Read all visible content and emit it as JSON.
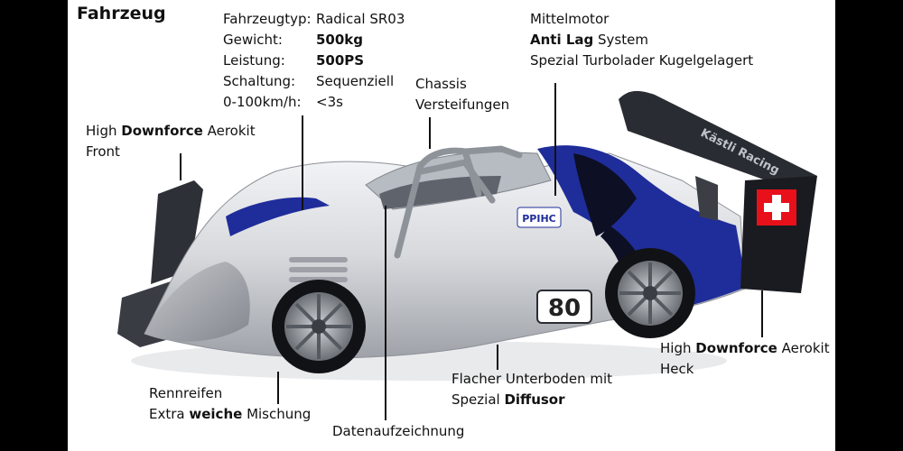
{
  "title": "Fahrzeug",
  "specs": [
    {
      "label": "Fahrzeugtyp:",
      "value": "Radical SR03",
      "bold": false
    },
    {
      "label": "Gewicht:",
      "value": "500kg",
      "bold": true
    },
    {
      "label": "Leistung:",
      "value": "500PS",
      "bold": true
    },
    {
      "label": "Schaltung:",
      "value": "Sequenziell",
      "bold": false
    },
    {
      "label": "0-100km/h:",
      "value": "<3s",
      "bold": false
    }
  ],
  "annotations": {
    "engine": {
      "line1": "Mittelmotor",
      "line2_bold": "Anti Lag",
      "line2_rest": " System",
      "line3": "Spezial Turbolader Kugelgelagert"
    },
    "chassis": {
      "line1": "Chassis",
      "line2": "Versteifungen"
    },
    "front_aero": {
      "pre": "High ",
      "bold": "Downforce",
      "post": " Aerokit",
      "line2": "Front"
    },
    "rear_aero": {
      "pre": "High ",
      "bold": "Downforce",
      "post": " Aerokit",
      "line2": "Heck"
    },
    "floor": {
      "line1": "Flacher Unterboden mit",
      "pre": "Spezial ",
      "bold": "Diffusor"
    },
    "tyres": {
      "line1": "Rennreifen",
      "pre": "Extra ",
      "bold": "weiche",
      "post": " Mischung"
    },
    "data": {
      "line1": "Datenaufzeichnung"
    }
  },
  "car": {
    "race_number": "80",
    "wing_text": "Kästli Racing",
    "sponsor_logo": "PPIHC",
    "colors": {
      "body": "#d9dadc",
      "stripe_blue": "#1f2d9a",
      "stripe_dark": "#0d0f25",
      "wing": "#2a2c33",
      "flag_red": "#e8101a"
    }
  }
}
